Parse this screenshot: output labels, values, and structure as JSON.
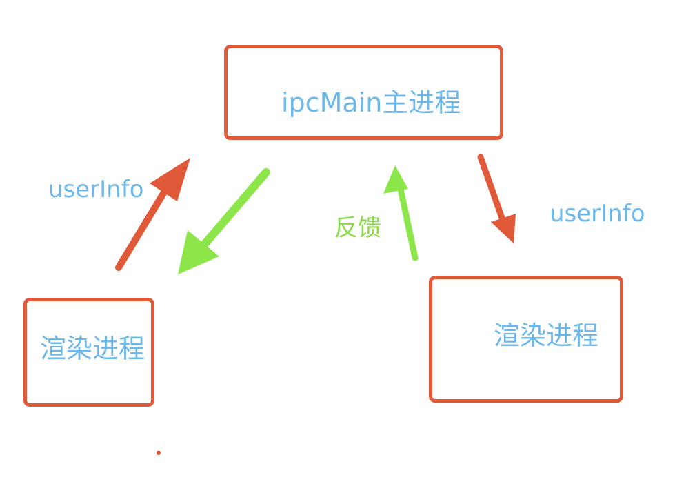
{
  "nodes": {
    "main": {
      "label": "ipcMain主进程"
    },
    "renderer_left": {
      "label": "渲染进程"
    },
    "renderer_right": {
      "label": "渲染进程"
    }
  },
  "edges": {
    "left_up": {
      "label": "userInfo",
      "color": "#e05a3a"
    },
    "left_down": {
      "label": "",
      "color": "#8ce64a"
    },
    "right_up": {
      "label": "反馈",
      "color": "#8ce64a"
    },
    "right_down": {
      "label": "userInfo",
      "color": "#e05a3a"
    }
  },
  "colors": {
    "box_border": "#e05a3a",
    "text_blue": "#6cb8ea",
    "feedback_green": "#8cd94a"
  }
}
